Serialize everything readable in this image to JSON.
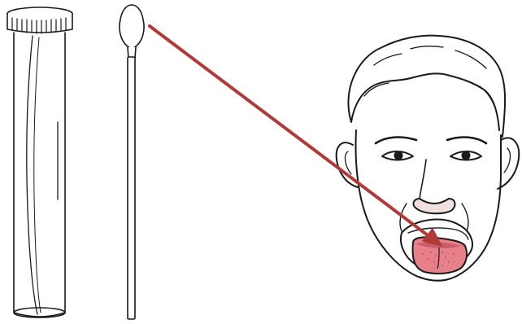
{
  "colors": {
    "background": "#ffffff",
    "line_art": "#1a1a1a",
    "arrow": "#b03a3a",
    "tongue_fill": "#e8808a",
    "tongue_shadow": "#c95c68",
    "nose_tint": "#d9a3a8"
  },
  "figure": {
    "items": [
      {
        "id": "specimen-tube",
        "icon": "test-tube-icon"
      },
      {
        "id": "cotton-swab",
        "icon": "swab-icon"
      },
      {
        "id": "arrow",
        "icon": "arrow-icon"
      },
      {
        "id": "face",
        "icon": "face-icon"
      }
    ]
  }
}
